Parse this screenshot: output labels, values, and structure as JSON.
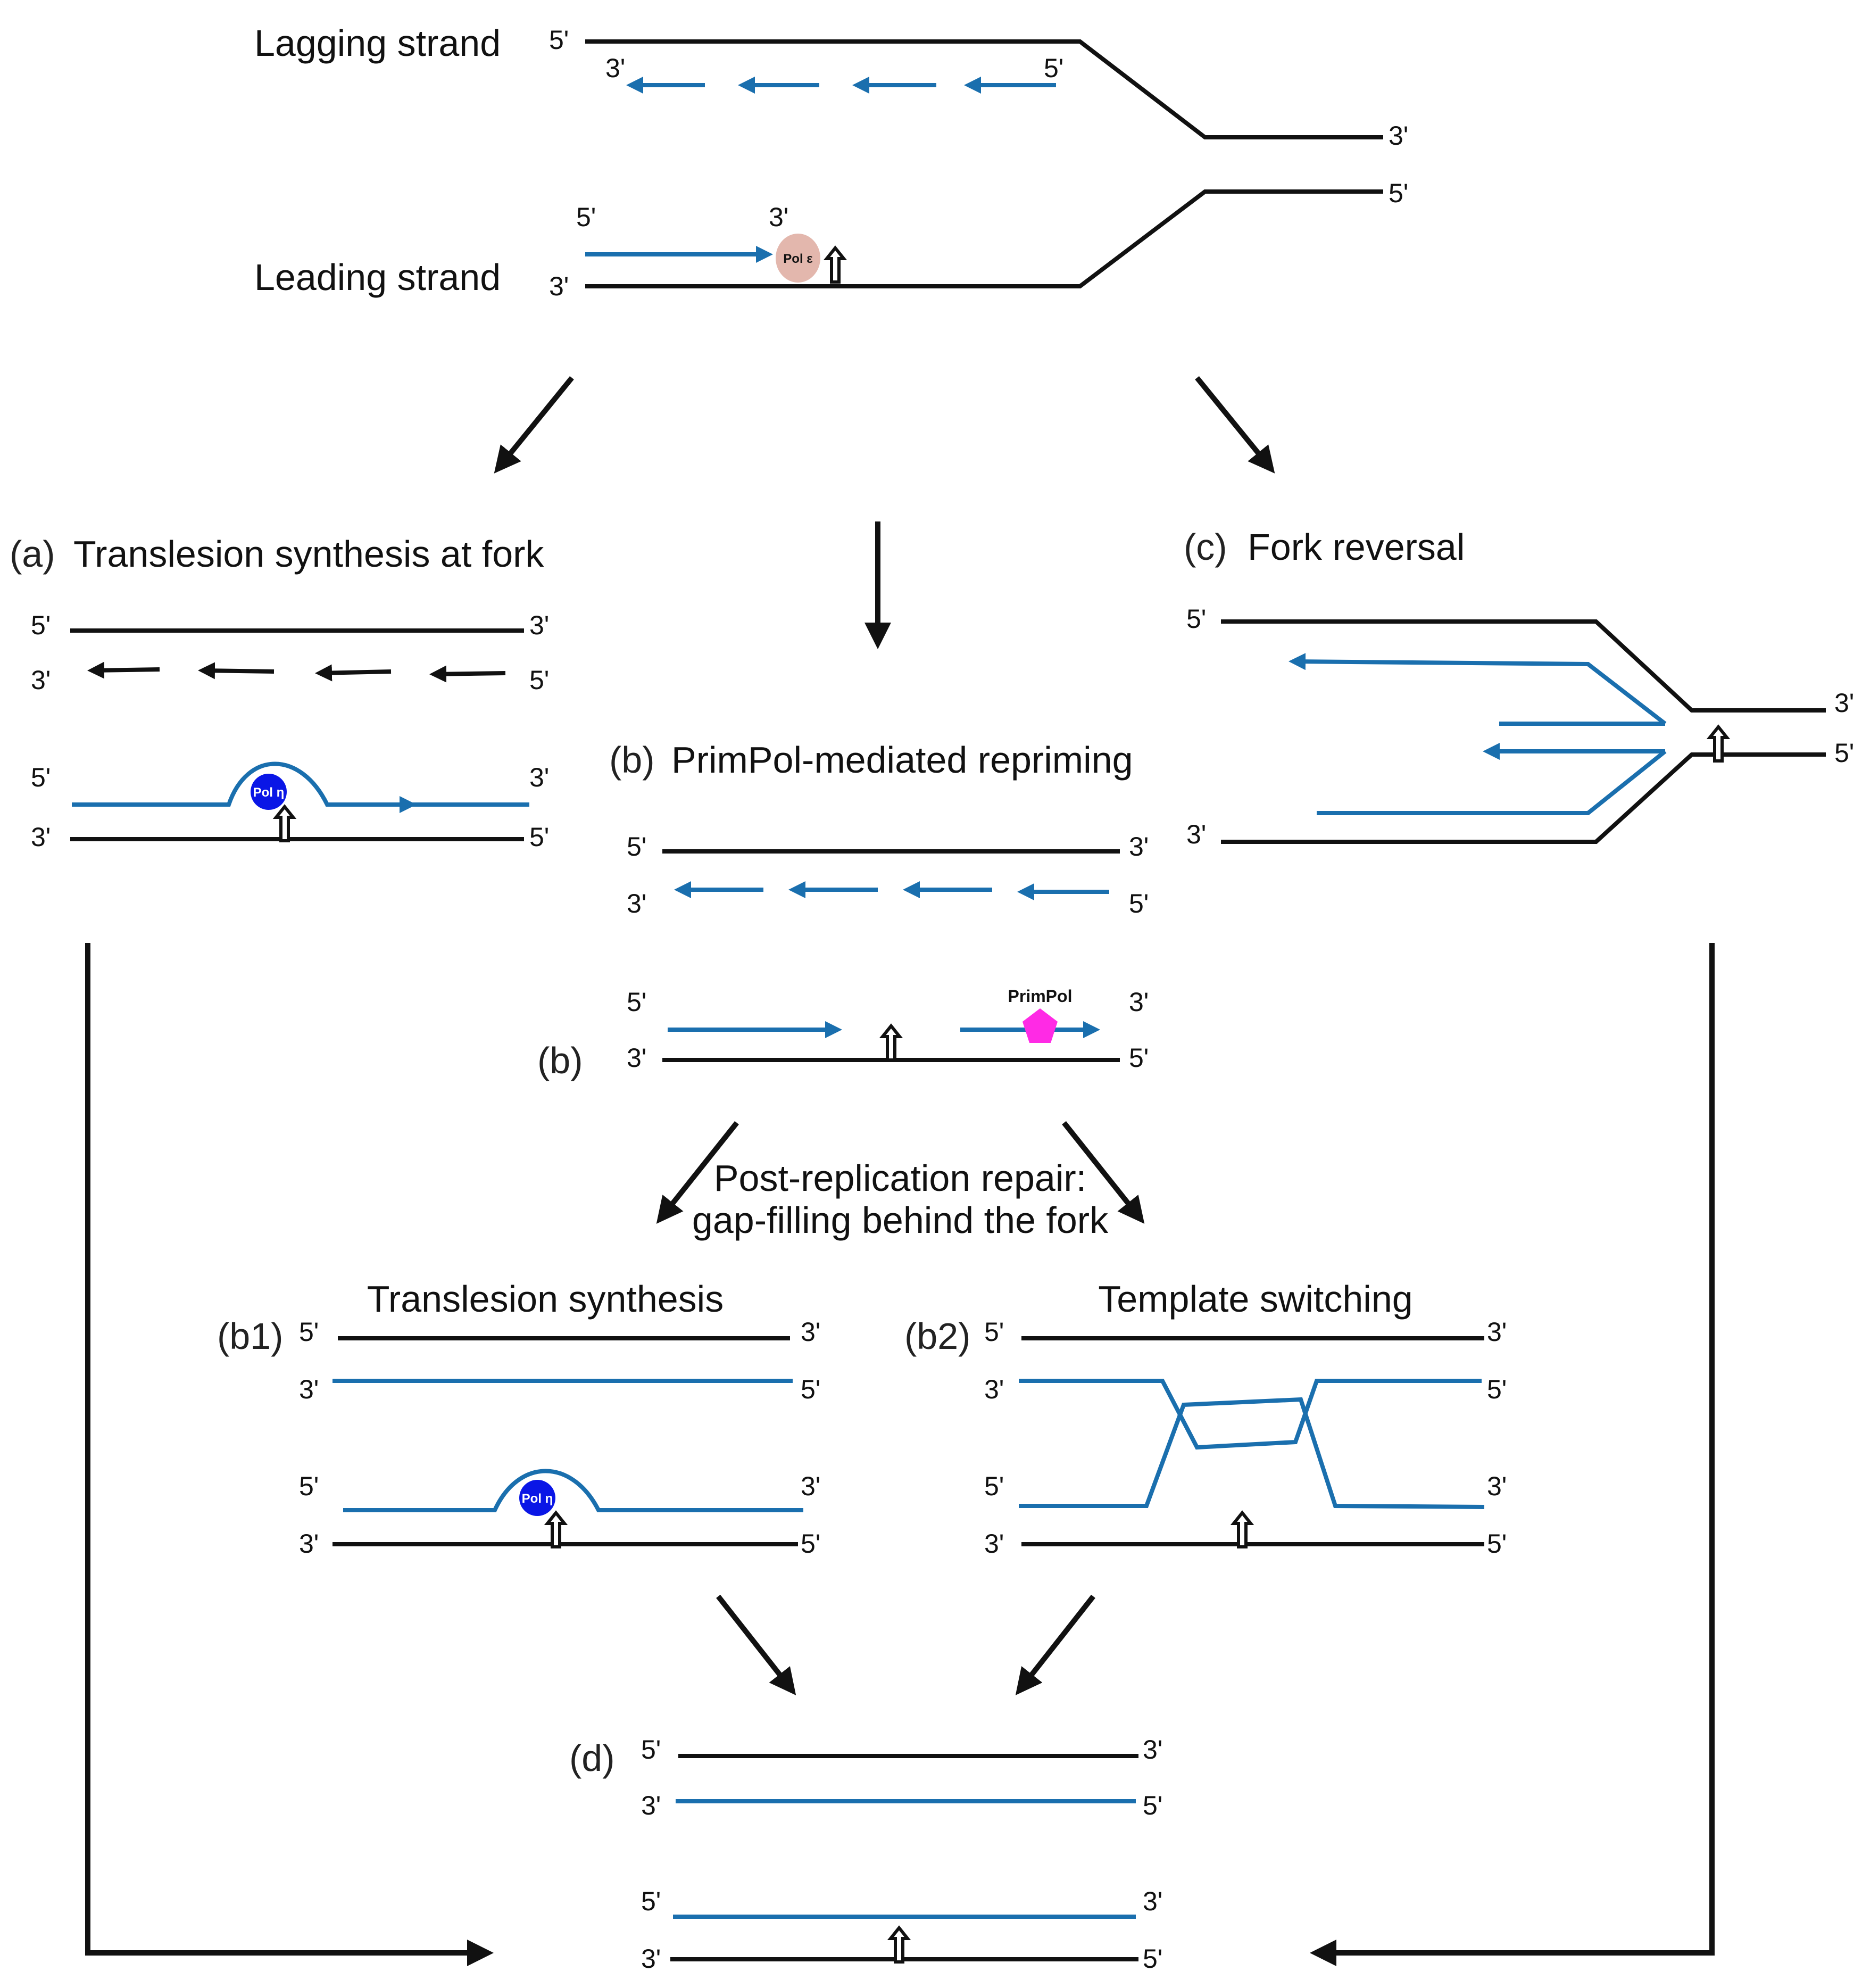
{
  "strand_end_labels": {
    "five_prime": "5'",
    "three_prime": "3'"
  },
  "fork": {
    "lagging_label": "Lagging strand",
    "leading_label": "Leading strand",
    "enzyme": "Pol ε"
  },
  "panel_a": {
    "tag": "(a)",
    "title": "Translesion synthesis at fork",
    "enzyme": "Pol η"
  },
  "panel_b": {
    "tag": "(b)",
    "title": "PrimPol-mediated repriming",
    "side_tag": "(b)",
    "enzyme": "PrimPol"
  },
  "panel_c": {
    "tag": "(c)",
    "title": "Fork reversal"
  },
  "post_replication": {
    "line1": "Post-replication repair:",
    "line2": "gap-filling behind the fork"
  },
  "panel_b1": {
    "tag": "(b1)",
    "title": "Translesion synthesis",
    "enzyme": "Pol η"
  },
  "panel_b2": {
    "tag": "(b2)",
    "title": "Template switching"
  },
  "panel_d": {
    "tag": "(d)"
  },
  "colors": {
    "template_strand": "#111111",
    "nascent_strand": "#1a6fae",
    "pol_epsilon": "#e3b7ad",
    "pol_eta": "#0a16e6",
    "primpol": "#ff2ae5"
  },
  "icons": {
    "lesion": "hollow-up-arrow-icon"
  }
}
